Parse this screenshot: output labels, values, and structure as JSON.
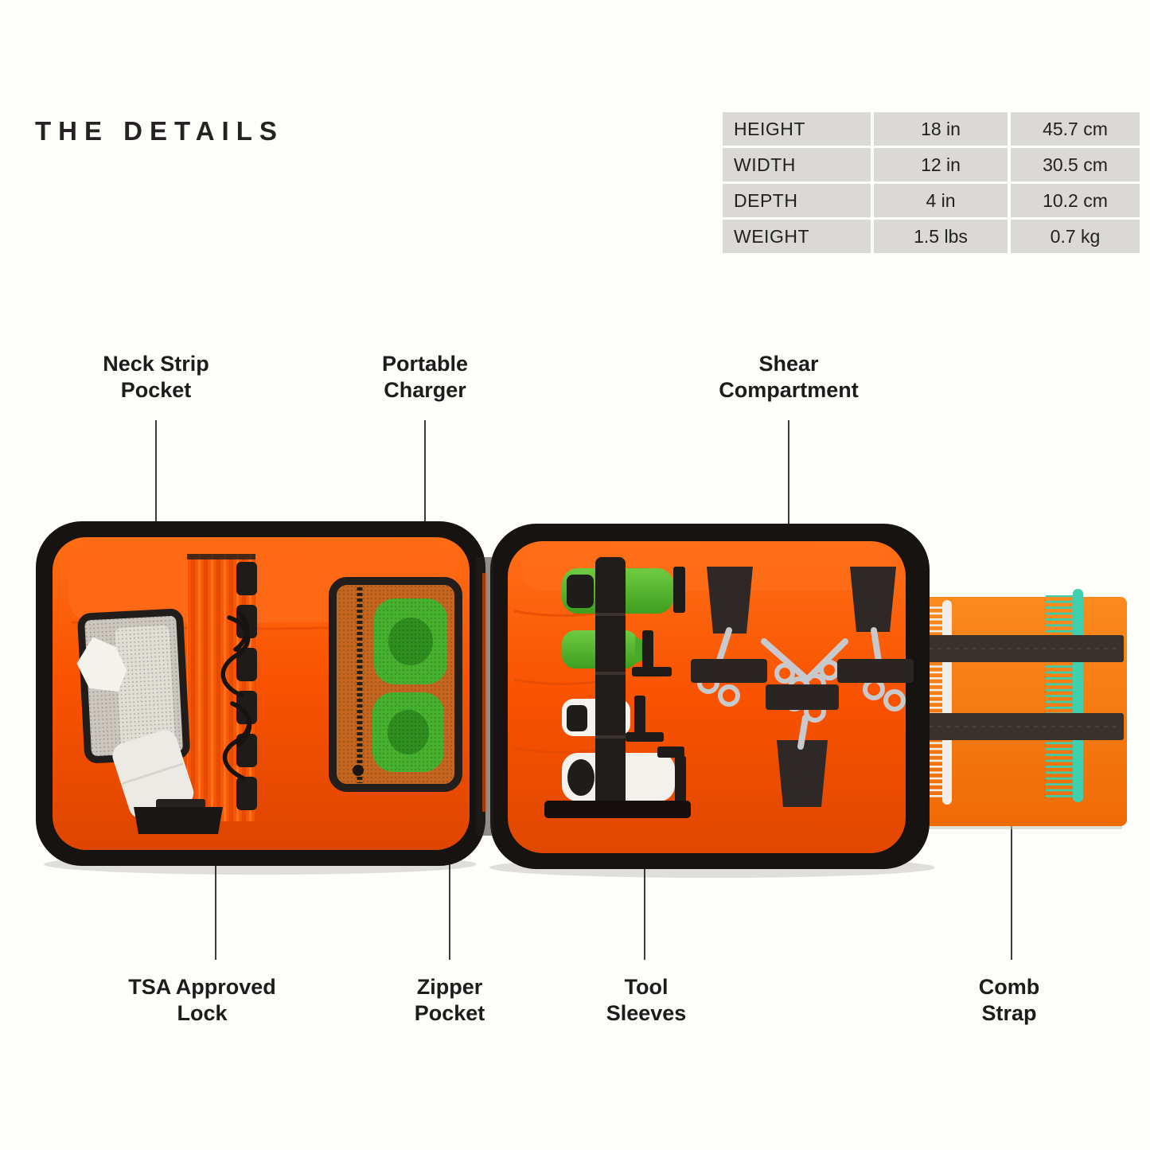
{
  "title": "THE DETAILS",
  "specs": {
    "rows": [
      {
        "label": "HEIGHT",
        "imperial": "18 in",
        "metric": "45.7 cm"
      },
      {
        "label": "WIDTH",
        "imperial": "12 in",
        "metric": "30.5 cm"
      },
      {
        "label": "DEPTH",
        "imperial": "4 in",
        "metric": "10.2 cm"
      },
      {
        "label": "WEIGHT",
        "imperial": "1.5 lbs",
        "metric": "0.7 kg"
      }
    ]
  },
  "callouts": {
    "neck_strip_pocket": "Neck Strip\nPocket",
    "portable_charger": "Portable\nCharger",
    "shear_compartment": "Shear\nCompartment",
    "tsa_approved_lock": "TSA Approved\nLock",
    "zipper_pocket": "Zipper\nPocket",
    "tool_sleeves": "Tool\nSleeves",
    "comb_strap": "Comb\nStrap"
  },
  "colors": {
    "background": "#FDFDFA",
    "table_cell": "#DAD9D6",
    "text": "#211F20",
    "case_exterior": "#17130F",
    "interior_orange": "#FA5300",
    "flap_orange": "#F87D14",
    "clipper_green": "#52BE2E",
    "comb_teal": "#3ECDA9",
    "leader_line": "#3C3C3C"
  }
}
